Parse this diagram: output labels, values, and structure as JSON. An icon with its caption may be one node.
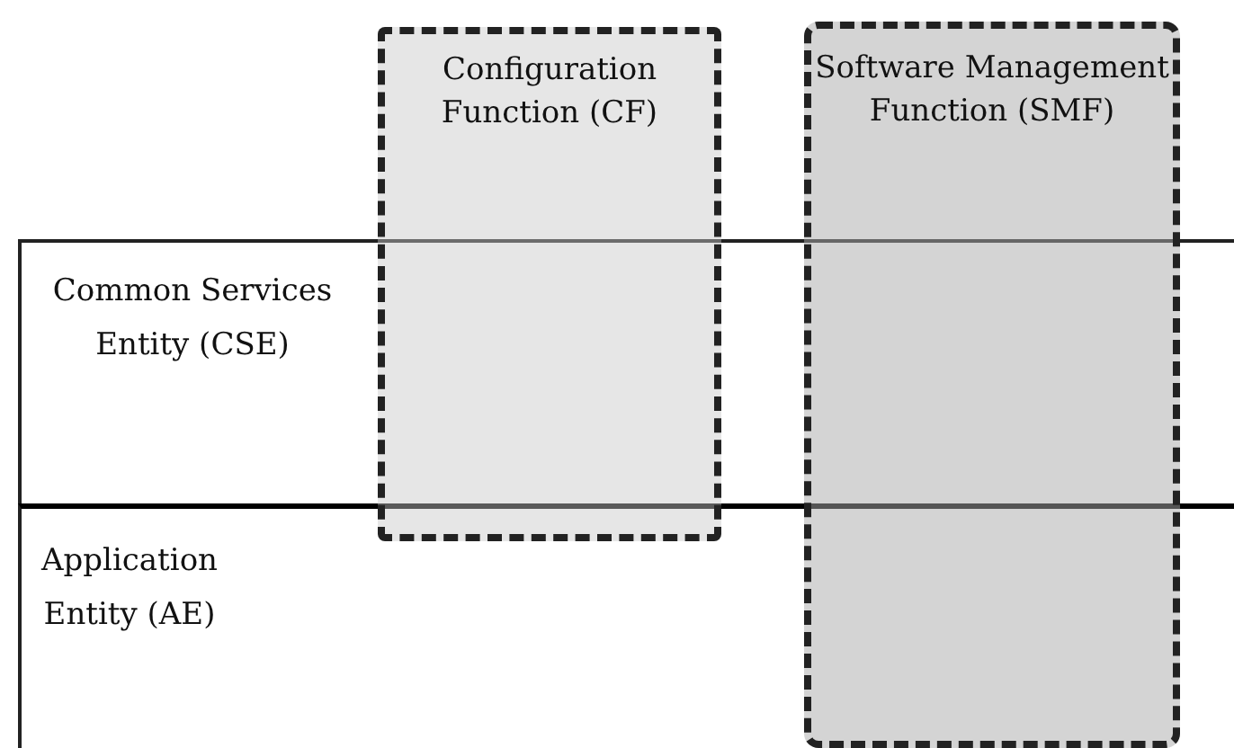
{
  "diagram": {
    "nodes": [
      {
        "text": [
          "Common Services Entity (CSE)"
        ]
      },
      {
        "text": [
          "Application Entity (AE)"
        ]
      },
      {
        "text": [
          "Configuration Function (CF)"
        ]
      },
      {
        "text": [
          "Software Management Function (SMF)"
        ]
      }
    ]
  }
}
